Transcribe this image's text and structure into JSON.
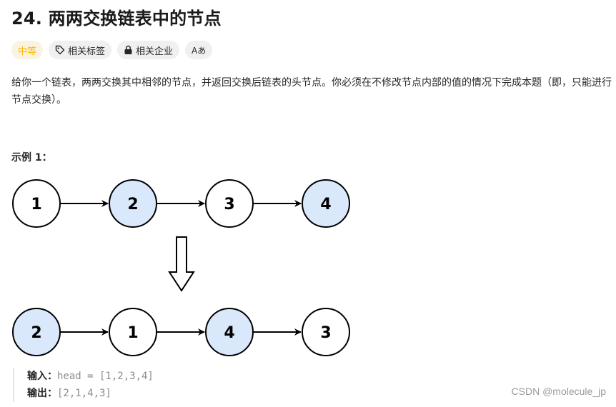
{
  "problem": {
    "title": "24. 两两交换链表中的节点",
    "difficulty": "中等",
    "related_tags": "相关标签",
    "related_companies": "相关企业",
    "language_toggle": "Aあ",
    "description": "给你一个链表，两两交换其中相邻的节点，并返回交换后链表的头节点。你必须在不修改节点内部的值的情况下完成本题（即，只能进行节点交换）。"
  },
  "example": {
    "title": "示例 1：",
    "before_nodes": [
      "1",
      "2",
      "3",
      "4"
    ],
    "after_nodes": [
      "2",
      "1",
      "4",
      "3"
    ],
    "input_label": "输入：",
    "input_value": "head = [1,2,3,4]",
    "output_label": "输出：",
    "output_value": "[2,1,4,3]"
  },
  "colors": {
    "node_plain": "#ffffff",
    "node_highlight": "#dae8fc",
    "stroke": "#000000",
    "difficulty": "#ffb800"
  },
  "watermark": "CSDN @molecule_jp"
}
